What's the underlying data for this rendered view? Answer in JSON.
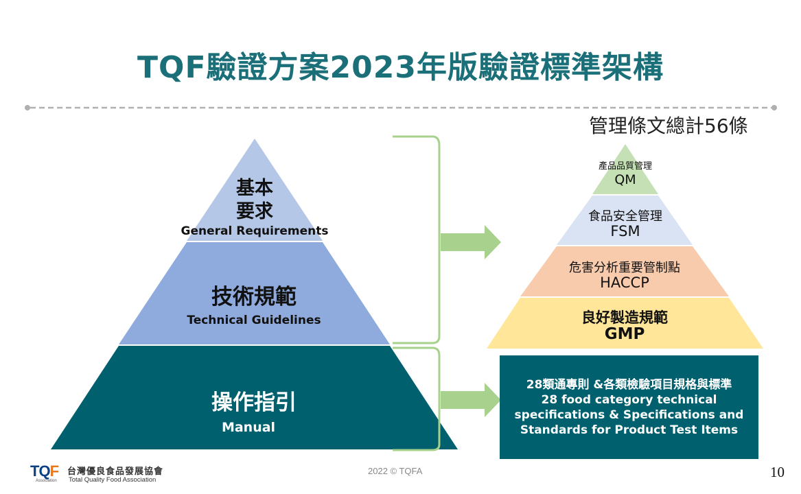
{
  "title": "TQF驗證方案2023年版驗證標準架構",
  "total_clauses": "管理條文總計56條",
  "left_pyramid": {
    "top": {
      "zh_line1": "基本",
      "zh_line2": "要求",
      "en": "General Requirements",
      "color": "#b4c7e7"
    },
    "middle": {
      "zh": "技術規範",
      "en": "Technical Guidelines",
      "color": "#8faadc"
    },
    "bottom": {
      "zh": "操作指引",
      "en": "Manual",
      "color": "#00606e"
    }
  },
  "right_pyramid": {
    "qm": {
      "zh": "產品品質管理",
      "en": "QM",
      "color": "#c5e0b4"
    },
    "fsm": {
      "zh": "食品安全管理",
      "en": "FSM",
      "color": "#dae3f3"
    },
    "haccp": {
      "zh": "危害分析重要管制點",
      "en": "HACCP",
      "color": "#f8cbad"
    },
    "gmp": {
      "zh": "良好製造規範",
      "en": "GMP",
      "color": "#ffe699"
    }
  },
  "standards_box": {
    "line1": "28類通專則 &各類檢驗項目規格與標準",
    "line2": "28 food category technical",
    "line3": "specifications & Specifications and",
    "line4": "Standards for Product Test Items",
    "color": "#00606e"
  },
  "accent_colors": {
    "title": "#1b6f78",
    "bracket": "#a9d18e",
    "divider": "#b0b0b0"
  },
  "footer": {
    "copyright": "2022 © TQFA",
    "page_number": "10",
    "logo_mark": "TQ",
    "logo_mark_f": "F",
    "logo_sub": "Association",
    "logo_cn": "台灣優良食品發展協會",
    "logo_en": "Total Quality Food Association"
  }
}
